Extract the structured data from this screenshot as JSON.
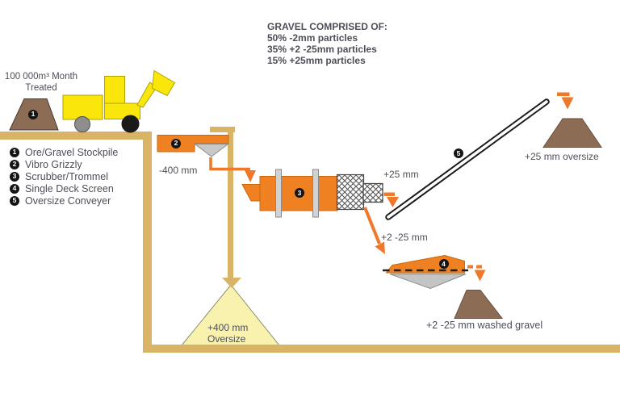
{
  "title_block": {
    "title": "GRAVEL COMPRISED OF:",
    "lines": [
      "50% -2mm particles",
      "35% +2 -25mm particles",
      "15% +25mm particles"
    ]
  },
  "stockpile_label": {
    "line1": "100 000m³ Month",
    "line2": "Treated"
  },
  "legend": {
    "items": [
      {
        "num": "1",
        "label": "Ore/Gravel Stockpile"
      },
      {
        "num": "2",
        "label": "Vibro Grizzly"
      },
      {
        "num": "3",
        "label": "Scrubber/Trommel"
      },
      {
        "num": "4",
        "label": "Single Deck Screen"
      },
      {
        "num": "5",
        "label": "Oversize Conveyer"
      }
    ]
  },
  "markers": {
    "stockpile": "1",
    "grizzly": "2",
    "scrubber": "3",
    "screen": "4",
    "conveyor": "5"
  },
  "labels": {
    "grizzly_under": "-400 mm",
    "trommel_over": "+25 mm",
    "conveyor_out": "+25 mm oversize",
    "screen_feed": "+2 -25 mm",
    "screen_out": "+2 -25 mm washed gravel",
    "oversize_line1": "+400 mm",
    "oversize_line2": "Oversize"
  },
  "colors": {
    "machine_orange": "#F08122",
    "ground_tan": "#D9B366",
    "pile_brown": "#8D6C55",
    "oversize_pale_yellow": "#F8F2AE",
    "loader_yellow": "#FAE60A",
    "arrow_orange": "#F0782A",
    "text": "#4E4E58"
  }
}
